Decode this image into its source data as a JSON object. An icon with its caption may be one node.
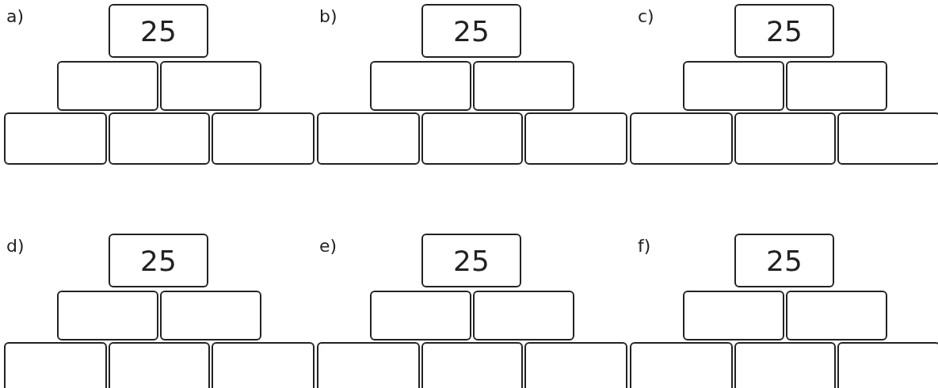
{
  "diagram": {
    "nodes": [
      {
        "text": [
          "25"
        ]
      },
      {
        "text": [],
        "shape": "box"
      },
      {
        "text": [],
        "shape": "box"
      },
      {
        "text": [],
        "shape": "box"
      },
      {
        "text": [],
        "shape": "box"
      },
      {
        "text": [],
        "shape": "box"
      },
      {
        "text": [
          "25"
        ]
      },
      {
        "text": [],
        "shape": "box"
      },
      {
        "text": [],
        "shape": "box"
      },
      {
        "text": [],
        "shape": "box"
      },
      {
        "text": [],
        "shape": "box"
      },
      {
        "text": [],
        "shape": "box"
      },
      {
        "text": [
          "25"
        ]
      },
      {
        "text": [],
        "shape": "box"
      },
      {
        "text": [],
        "shape": "box"
      },
      {
        "text": [],
        "shape": "box"
      },
      {
        "text": [],
        "shape": "box"
      },
      {
        "text": [],
        "shape": "box"
      },
      {
        "text": [
          "25"
        ]
      },
      {
        "text": [],
        "shape": "box"
      },
      {
        "text": [],
        "shape": "box"
      },
      {
        "text": [],
        "shape": "box"
      },
      {
        "text": [],
        "shape": "box"
      },
      {
        "text": [],
        "shape": "box"
      },
      {
        "text": [
          "25"
        ]
      },
      {
        "text": [],
        "shape": "box"
      },
      {
        "text": [],
        "shape": "box"
      },
      {
        "text": [],
        "shape": "box"
      },
      {
        "text": [],
        "shape": "box"
      },
      {
        "text": [],
        "shape": "box"
      },
      {
        "text": [
          "25"
        ]
      },
      {
        "text": [],
        "shape": "box"
      },
      {
        "text": [],
        "shape": "box"
      },
      {
        "text": [],
        "shape": "box"
      },
      {
        "text": [],
        "shape": "box"
      },
      {
        "text": [],
        "shape": "box"
      }
    ],
    "labels": [
      "a)",
      "b)",
      "c)",
      "d)",
      "e)",
      "f)"
    ]
  }
}
